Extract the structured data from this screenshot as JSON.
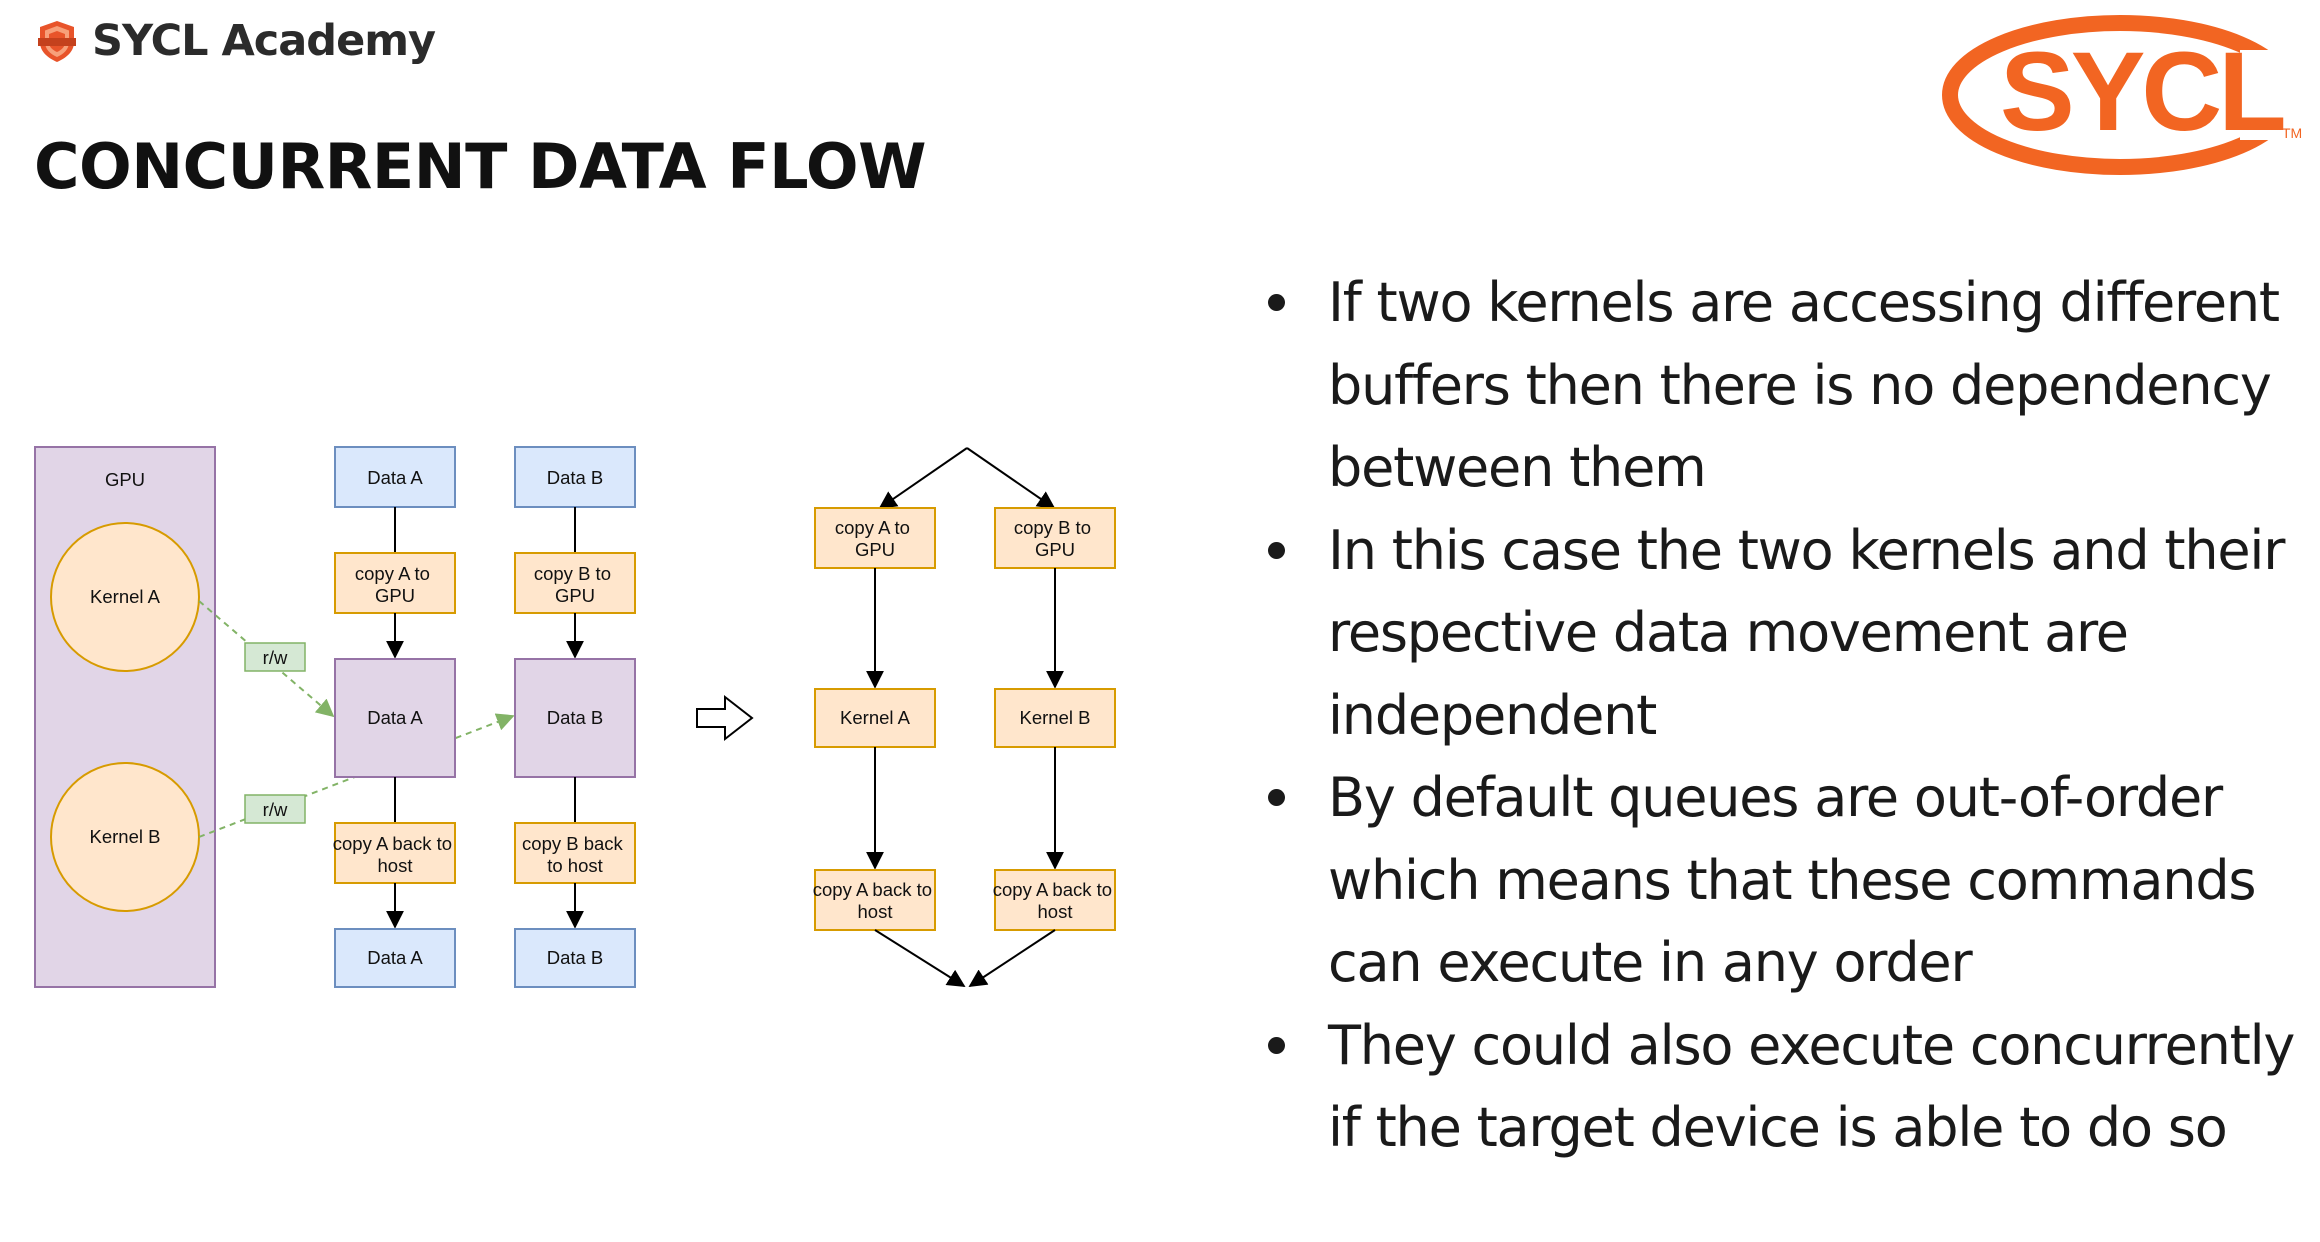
{
  "header": {
    "brand": "SYCL Academy",
    "title": "CONCURRENT DATA FLOW"
  },
  "logo": {
    "text": "SYCL",
    "tm": "TM"
  },
  "colors": {
    "gpu_fill": "#e1d5e7",
    "gpu_stroke": "#9673a6",
    "data_fill": "#dae8fc",
    "data_stroke": "#6c8ebf",
    "task_fill": "#ffe6cc",
    "task_stroke": "#d79b00",
    "rw_fill": "#d5e8d4",
    "rw_stroke": "#82b366",
    "logo_orange": "#f26522"
  },
  "diagram": {
    "gpu": "GPU",
    "kernel_a": "Kernel A",
    "kernel_b": "Kernel B",
    "rw": "r/w",
    "data_a": "Data A",
    "data_b": "Data B",
    "copy_a_gpu": [
      "copy A to",
      "GPU"
    ],
    "copy_b_gpu": [
      "copy B to",
      "GPU"
    ],
    "copy_a_host": [
      "copy A back to",
      "host"
    ],
    "copy_b_host_left": [
      "copy B back",
      "to host"
    ],
    "copy_b_host_right": [
      "copy A back to",
      "host"
    ],
    "right_kernel_a": "Kernel A",
    "right_kernel_b": "Kernel B"
  },
  "bullets": [
    [
      "If two kernels are accessing different",
      "buffers then there is no dependency",
      "between them"
    ],
    [
      "In this case the two kernels and their",
      "respective data movement are",
      "independent"
    ],
    [
      "By default queues are out-of-order",
      "which means that these commands",
      "can execute in any order"
    ],
    [
      "They could also execute concurrently",
      "if the target device is able to do so"
    ]
  ]
}
